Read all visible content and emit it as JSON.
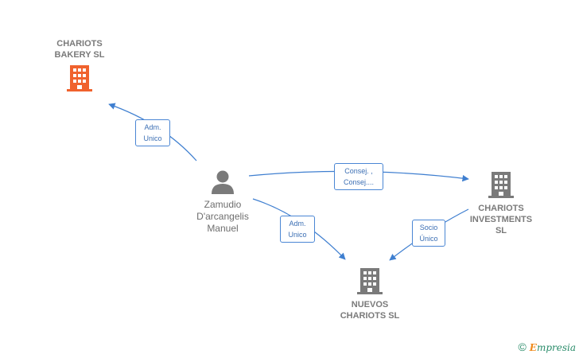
{
  "nodes": {
    "bakery": {
      "label_lines": [
        "CHARIOTS",
        "BAKERY  SL"
      ],
      "color": "#f0622d"
    },
    "person": {
      "label_lines": [
        "Zamudio",
        "D'arcangelis",
        "Manuel"
      ],
      "color": "#7a7a7a"
    },
    "investments": {
      "label_lines": [
        "CHARIOTS",
        "INVESTMENTS",
        "SL"
      ],
      "color": "#7a7a7a"
    },
    "nuevos": {
      "label_lines": [
        "NUEVOS",
        "CHARIOTS  SL"
      ],
      "color": "#7a7a7a"
    }
  },
  "edges": {
    "person_bakery": {
      "lines": [
        "Adm.",
        "Unico"
      ]
    },
    "person_investments": {
      "lines": [
        "Consej. ,",
        "Consej...."
      ]
    },
    "person_nuevos": {
      "lines": [
        "Adm.",
        "Unico"
      ]
    },
    "investments_nuevos": {
      "lines": [
        "Socio",
        "Único"
      ]
    }
  },
  "edge_color": "#3f7fd0",
  "footer": {
    "copyright": "©",
    "brand_initial": "E",
    "brand_rest": "mpresia"
  }
}
